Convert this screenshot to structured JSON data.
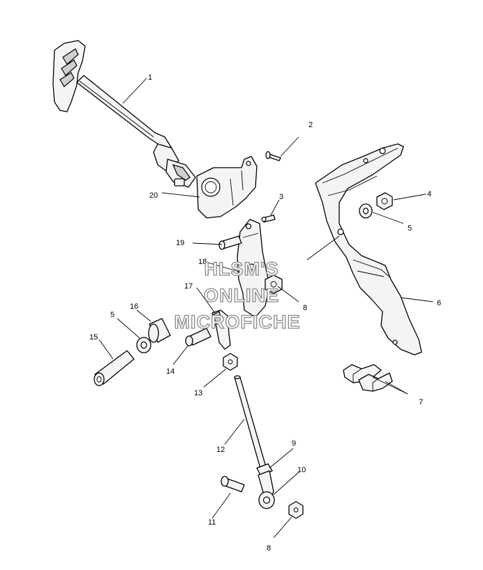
{
  "watermark": {
    "line1": "HLSM'S",
    "line2": "ONLINE",
    "line3": "MICROFICHE"
  },
  "callouts": [
    {
      "id": "c1",
      "label": "1"
    },
    {
      "id": "c2",
      "label": "2"
    },
    {
      "id": "c3",
      "label": "3"
    },
    {
      "id": "c4",
      "label": "4"
    },
    {
      "id": "c5a",
      "label": "5"
    },
    {
      "id": "c5b",
      "label": "5"
    },
    {
      "id": "c6",
      "label": "6"
    },
    {
      "id": "c7",
      "label": "7"
    },
    {
      "id": "c8a",
      "label": "8"
    },
    {
      "id": "c8b",
      "label": "8"
    },
    {
      "id": "c9",
      "label": "9"
    },
    {
      "id": "c10",
      "label": "10"
    },
    {
      "id": "c11",
      "label": "11"
    },
    {
      "id": "c12",
      "label": "12"
    },
    {
      "id": "c13",
      "label": "13"
    },
    {
      "id": "c14",
      "label": "14"
    },
    {
      "id": "c15",
      "label": "15"
    },
    {
      "id": "c16",
      "label": "16"
    },
    {
      "id": "c17",
      "label": "17"
    },
    {
      "id": "c18",
      "label": "18"
    },
    {
      "id": "c19",
      "label": "19"
    },
    {
      "id": "c20",
      "label": "20"
    }
  ]
}
